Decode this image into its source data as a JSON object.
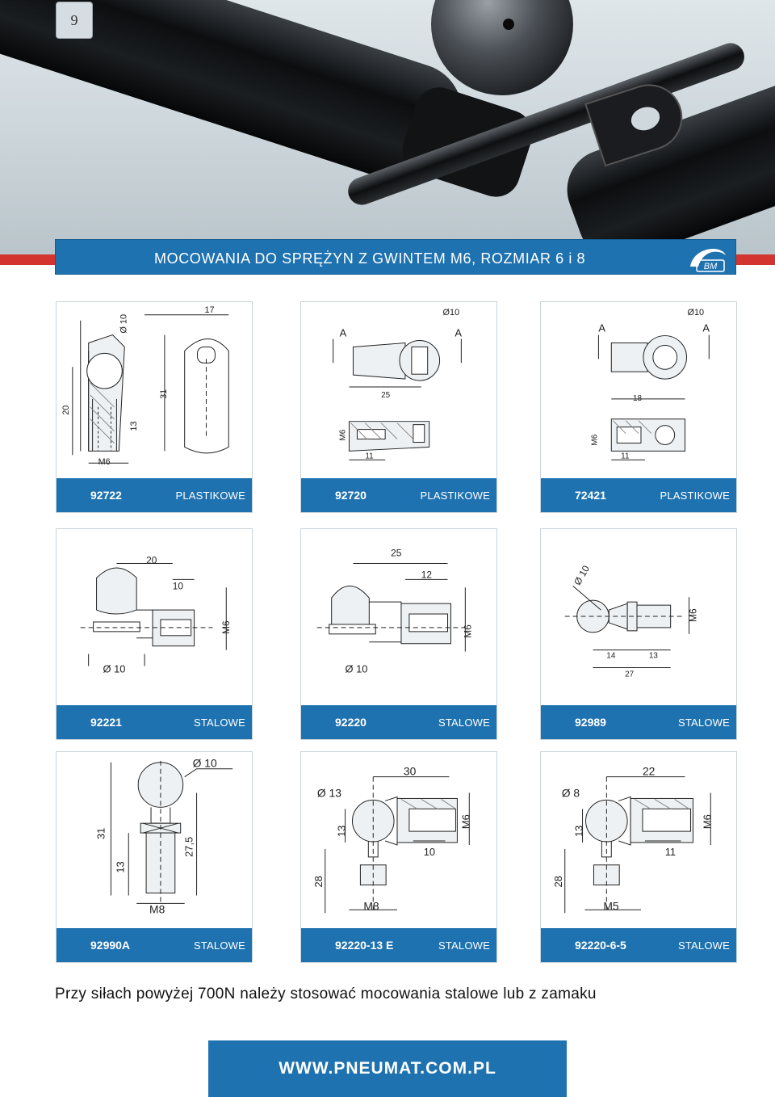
{
  "page_number": "9",
  "header": {
    "title": "MOCOWANIA DO SPRĘŻYN Z GWINTEM M6, ROZMIAR 6 i 8",
    "logo_text": "BM",
    "accent_color": "#1f72b0",
    "stripe_color": "#d3342e"
  },
  "products": [
    {
      "code": "92722",
      "material": "PLASTIKOWE",
      "dims": [
        "Ø 10",
        "17",
        "20",
        "13",
        "31",
        "M6"
      ]
    },
    {
      "code": "92720",
      "material": "PLASTIKOWE",
      "dims": [
        "Ø10",
        "A",
        "A",
        "25",
        "M6",
        "11"
      ]
    },
    {
      "code": "72421",
      "material": "PLASTIKOWE",
      "dims": [
        "Ø10",
        "A",
        "A",
        "18",
        "M6",
        "11"
      ]
    },
    {
      "code": "92221",
      "material": "STALOWE",
      "dims": [
        "20",
        "10",
        "M6",
        "Ø 10"
      ]
    },
    {
      "code": "92220",
      "material": "STALOWE",
      "dims": [
        "25",
        "12",
        "M6",
        "Ø 10"
      ]
    },
    {
      "code": "92989",
      "material": "STALOWE",
      "dims": [
        "Ø 10",
        "M6",
        "14",
        "13",
        "27"
      ]
    },
    {
      "code": "92990A",
      "material": "STALOWE",
      "dims": [
        "Ø 10",
        "31",
        "13",
        "27,5",
        "M8"
      ]
    },
    {
      "code": "92220-13 E",
      "material": "STALOWE",
      "dims": [
        "Ø 13",
        "30",
        "13",
        "M6",
        "28",
        "10",
        "M8"
      ]
    },
    {
      "code": "92220-6-5",
      "material": "STALOWE",
      "dims": [
        "Ø 8",
        "22",
        "13",
        "M6",
        "28",
        "11",
        "M5"
      ]
    }
  ],
  "note": "Przy siłach powyżej 700N należy stosować mocowania stalowe lub z zamaku",
  "footer": {
    "url": "WWW.PNEUMAT.COM.PL"
  }
}
